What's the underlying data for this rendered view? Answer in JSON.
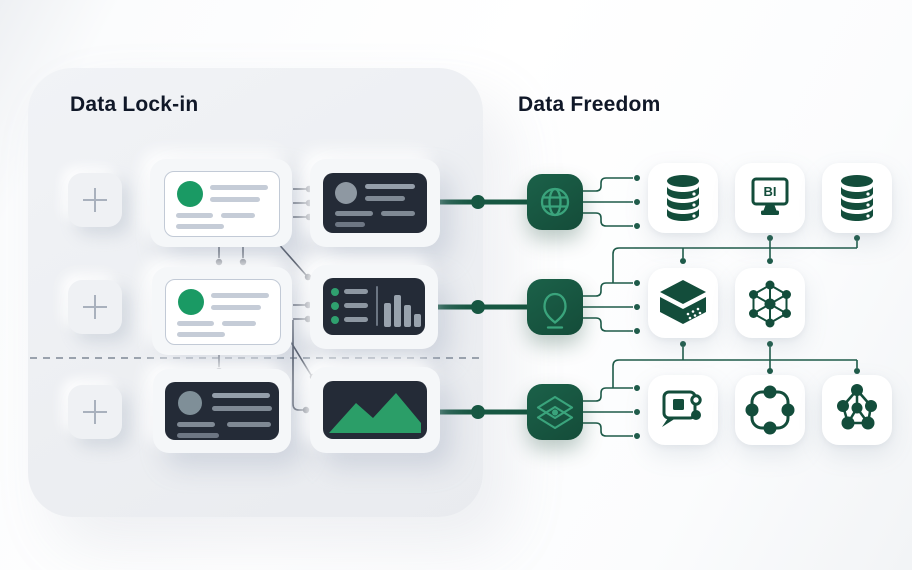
{
  "left": {
    "title": "Data Lock-in",
    "placeholder_slots": 3,
    "cards": [
      {
        "name": "record-card-white-top",
        "type": "record",
        "accent_dot": "#1a9a64"
      },
      {
        "name": "record-card-dark-top",
        "type": "record-dark"
      },
      {
        "name": "record-card-white-middle",
        "type": "record",
        "accent_dot": "#1a9a64"
      },
      {
        "name": "metrics-card",
        "type": "list-and-bar-chart",
        "bullets": 3,
        "bars": 4
      },
      {
        "name": "record-card-dark-bottom",
        "type": "record-dark"
      },
      {
        "name": "area-chart-card",
        "type": "area-chart",
        "chart_color": "#2b9e68"
      }
    ]
  },
  "right": {
    "title": "Data Freedom",
    "hubs": [
      {
        "icon": "globe-icon"
      },
      {
        "icon": "voice-assistant-icon"
      },
      {
        "icon": "layers-icon"
      }
    ],
    "tiles": [
      {
        "icon": "database-icon",
        "label": ""
      },
      {
        "icon": "bi-monitor-icon",
        "label": "BI"
      },
      {
        "icon": "database-icon",
        "label": ""
      },
      {
        "icon": "semantic-cube-icon",
        "label": ""
      },
      {
        "icon": "node-network-icon",
        "label": ""
      },
      {
        "icon": "chat-integration-icon",
        "label": ""
      },
      {
        "icon": "workflow-loop-icon",
        "label": ""
      },
      {
        "icon": "graph-cluster-icon",
        "label": ""
      }
    ]
  },
  "colors": {
    "brand_dark_green": "#175742",
    "tile_icon_green": "#134d3b",
    "hub_icon_stroke": "#3aa47c",
    "accent_green": "#1a9a64",
    "chart_green": "#2b9e68",
    "dark_card": "#242b37",
    "panel_background": "#edeff3",
    "connector_slate": "#49505e",
    "connector_green": "#1e5b49",
    "title_text": "#101828"
  }
}
